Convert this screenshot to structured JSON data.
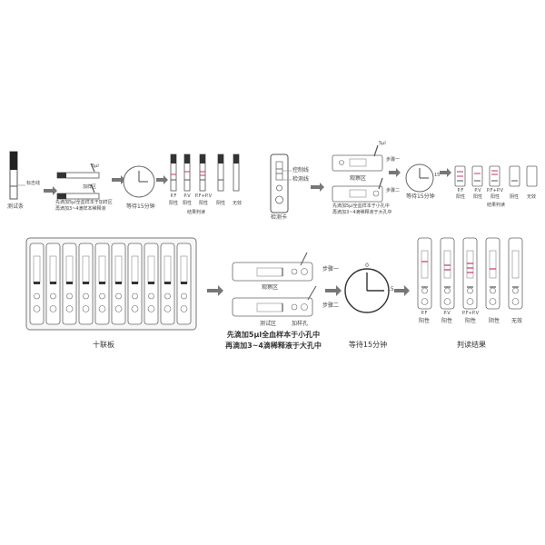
{
  "panel1": {
    "strip_label": "测试条",
    "marker_line_label": "标志线",
    "volume_5ul": "5μl",
    "sample_zone_label": "加样区",
    "step_text_1": "先滴加5μl全血样本于加样区",
    "step_text_2": "再滴加3~4滴样本稀释液",
    "wait_label": "等待15分钟",
    "result_labels": [
      "P.F",
      "P.V",
      "P.F+P.V",
      "",
      ""
    ],
    "result_labels_2": [
      "阳性",
      "阳性",
      "阳性",
      "阴性",
      "无效"
    ],
    "result_title": "结果判读"
  },
  "panel2": {
    "control_line_label": "控制线",
    "test_line_label": "检测线",
    "card_label": "检测卡",
    "volume_5ul": "5μl",
    "window_label": "观察区",
    "step1_label": "步骤一",
    "step2_label": "步骤二",
    "step_text_1": "先滴加5μl全血样本于小孔中",
    "step_text_2": "再滴加3~4滴稀释液于大孔中",
    "wait_label": "等待15分钟",
    "clock_number": "15",
    "result_labels": [
      "P.F",
      "P.V",
      "P.F+P.V",
      "",
      ""
    ],
    "result_labels_2": [
      "阳性",
      "阳性",
      "阳性",
      "阴性",
      "无效"
    ],
    "result_title": "结果判读"
  },
  "panel3": {
    "plate_label": "十联板",
    "window_label": "观察区",
    "step1_label": "步骤一",
    "step2_label": "步骤二",
    "test_zone_label": "测试区",
    "sample_hole_label": "加样孔",
    "step_text_1": "先滴加5μl全血样本于小孔中",
    "step_text_2": "再滴加3~4滴稀释液于大孔中",
    "clock_top": "0",
    "clock_right": "15",
    "wait_label": "等待15分钟",
    "result_labels": [
      "P.F",
      "P.V",
      "P.F+P.V",
      "",
      ""
    ],
    "result_labels_2": [
      "阳性",
      "阳性",
      "阳性",
      "阴性",
      "无效"
    ],
    "result_title": "判读结果"
  },
  "colors": {
    "positive_line": "#c8365a",
    "control_line": "#555555",
    "outline": "#888888"
  }
}
